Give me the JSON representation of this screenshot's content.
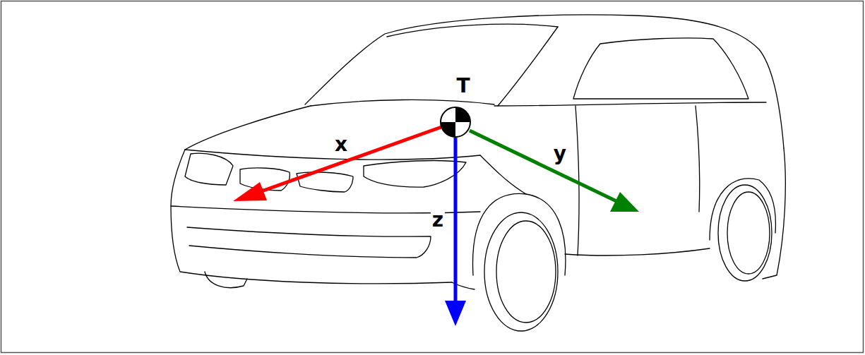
{
  "diagram": {
    "labels": [
      "T",
      "x",
      "y",
      "z"
    ]
  }
}
